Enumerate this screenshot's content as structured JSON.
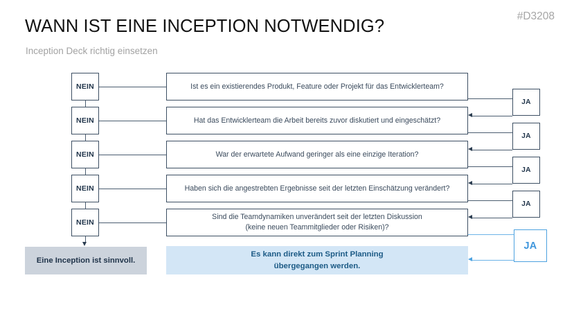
{
  "header": {
    "title": "WANN IST EINE INCEPTION NOTWENDIG?",
    "subtitle": "Inception Deck richtig einsetzen",
    "code": "#D3208"
  },
  "colors": {
    "line": "#4b5d70",
    "box_border": "#3d4f63",
    "accent_blue": "#4da2e0",
    "result_gray_bg": "#ccd3dc",
    "result_blue_bg": "#d3e6f6",
    "text_dark": "#1f3349",
    "text_question": "#3a4a5c",
    "subtitle_gray": "#a2a2a2"
  },
  "flow": {
    "no_label": "NEIN",
    "yes_label": "JA",
    "rows": [
      {
        "no_label": "NEIN",
        "question": "Ist es ein existierendes Produkt, Feature oder Projekt für das Entwicklerteam?",
        "yes_label": "JA"
      },
      {
        "no_label": "NEIN",
        "question": "Hat das Entwicklerteam die Arbeit bereits zuvor diskutiert und eingeschätzt?",
        "yes_label": "JA"
      },
      {
        "no_label": "NEIN",
        "question": "War der erwartete Aufwand geringer als eine einzige Iteration?",
        "yes_label": "JA"
      },
      {
        "no_label": "NEIN",
        "question": "Haben sich die angestrebten Ergebnisse seit der letzten Einschätzung verändert?",
        "yes_label": "JA"
      },
      {
        "no_label": "NEIN",
        "question_line1": "Sind die Teamdynamiken unverändert seit der letzten Diskussion",
        "question_line2": "(keine neuen Teammitglieder oder Risiken)?",
        "yes_label": "JA"
      }
    ],
    "results": {
      "no_outcome": "Eine Inception ist sinnvoll.",
      "yes_outcome_line1": "Es kann direkt zum Sprint Planning",
      "yes_outcome_line2": "übergegangen werden."
    }
  }
}
